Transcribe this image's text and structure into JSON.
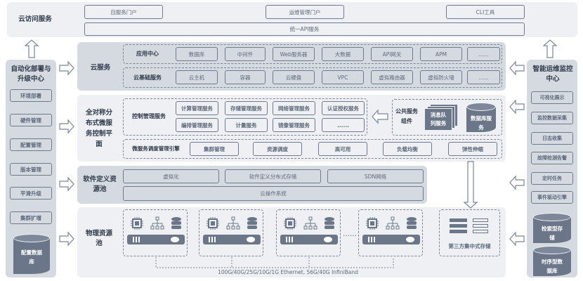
{
  "access": {
    "title": "云访问服务",
    "self_portal": "自服务门户",
    "ops_portal": "运维管理门户",
    "cli": "CLI工具",
    "api": "统一API服务"
  },
  "left_center": {
    "title": "自动化部署与升级中心",
    "items": [
      "环境部署",
      "硬件管理",
      "配置管理",
      "版本管理",
      "平滑升级",
      "集群扩增"
    ],
    "db": "配置数据库"
  },
  "right_center": {
    "title": "智能运维监控中心",
    "items": [
      "可视化展示",
      "监控数据采集",
      "日志收集",
      "故障检测告警",
      "定时任务",
      "事件驱动引擎"
    ],
    "db1": "检索型存储",
    "db2": "时序型数据库"
  },
  "cloud": {
    "title": "云服务",
    "app_center": "应用中心",
    "apps": [
      "数据库",
      "中间件",
      "Web服务器",
      "大数据",
      "API网关",
      "APM",
      "......"
    ],
    "infra_label": "云基础服务",
    "infra": [
      "云主机",
      "容器",
      "云硬盘",
      "VPC",
      "虚拟路由器",
      "虚拟防火墙",
      "......"
    ]
  },
  "control": {
    "title": "全对称分布式微服务控制平面",
    "mgmt_label": "控制管理服务",
    "mgmt": [
      "计算管理服务",
      "存储管理服务",
      "网络管理服务",
      "认证授权服务",
      "编排管理服务",
      "计量服务",
      "镜像管理服务",
      "......"
    ],
    "common_label": "公共服务组件",
    "mq": "消息队列服务",
    "dbsvc": "数据库服务",
    "engine_label": "微服务调度管理引擎",
    "engine": [
      "集群管理",
      "资源调度",
      "高可用",
      "负载均衡",
      "弹性伸缩"
    ]
  },
  "sds": {
    "title": "软件定义资源池",
    "items": [
      "虚拟化",
      "软件定义分布式存储",
      "SDN网络"
    ],
    "os": "云操作系统"
  },
  "physical": {
    "title": "物理资源池",
    "ellipsis": "……",
    "third_party": "第三方集中式存储",
    "network": "100G/40G/25G/10G/1G Ethernet,  56G/40G InfiniBand"
  }
}
